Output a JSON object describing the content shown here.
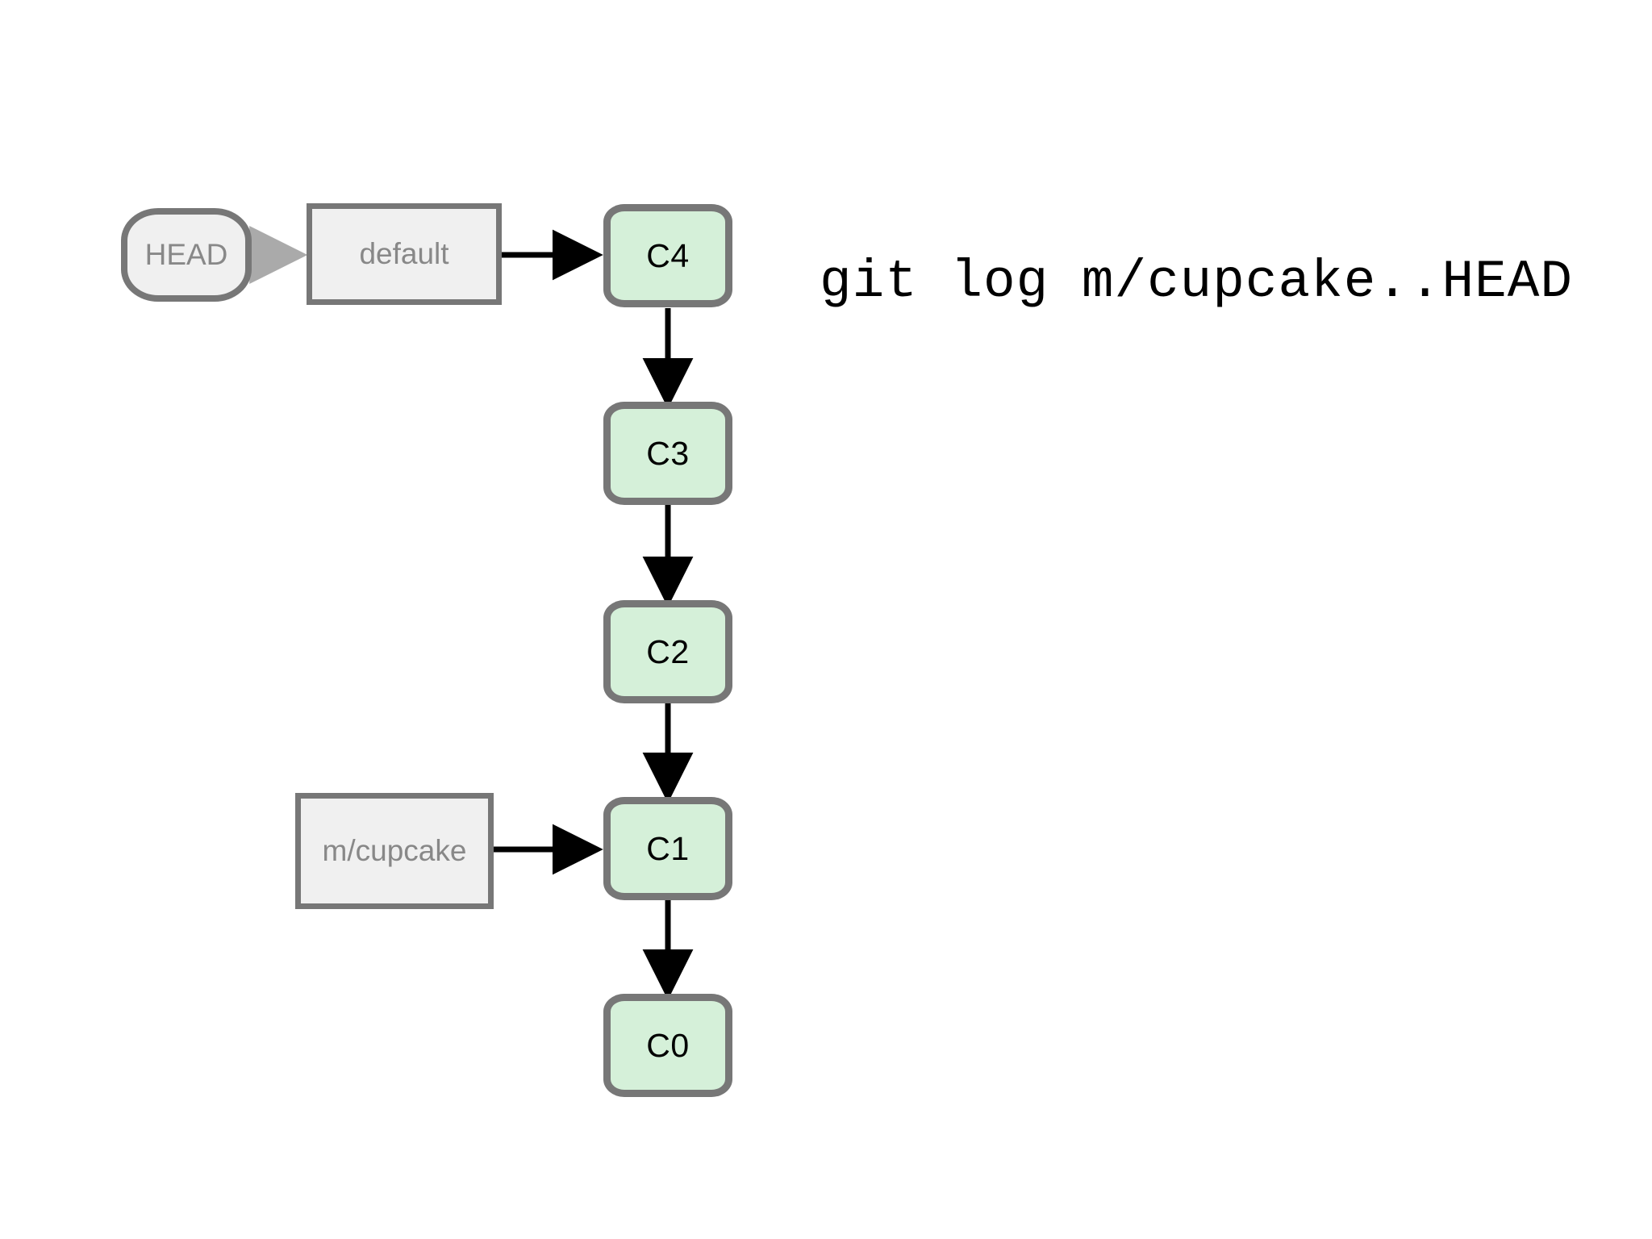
{
  "diagram": {
    "type": "git-commit-graph",
    "background_color": "#ffffff",
    "commit_fill": "#d5f0d9",
    "commit_border": "#777777",
    "label_fill": "#f0f0f0",
    "label_text_color": "#888888",
    "arrow_color": "#000000",
    "head_arrow_color": "#aaaaaa",
    "commits": [
      {
        "id": "C4",
        "label": "C4"
      },
      {
        "id": "C3",
        "label": "C3"
      },
      {
        "id": "C2",
        "label": "C2"
      },
      {
        "id": "C1",
        "label": "C1"
      },
      {
        "id": "C0",
        "label": "C0"
      }
    ],
    "refs": {
      "head": "HEAD",
      "branch": "default",
      "remote_branch": "m/cupcake"
    }
  },
  "command": {
    "text": "git log m/cupcake..HEAD"
  }
}
